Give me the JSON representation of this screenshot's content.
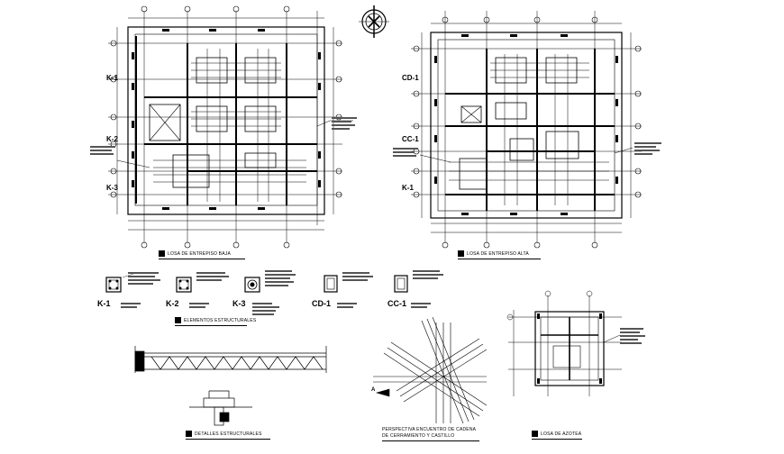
{
  "sheet": {
    "plan_1_title": "LOSA DE ENTREPISO BAJA",
    "plan_2_title": "LOSA DE ENTREPISO ALTA",
    "elements_title": "ELEMENTOS ESTRUCTURALES",
    "details_title": "DETALLES ESTRUCTURALES",
    "perspective_title_line1": "PERSPECTIVA ENCUENTRO DE CADENA",
    "perspective_title_line2": "DE CERRAMIENTO Y CASTILLO",
    "roof_title": "LOSA DE AZOTEA"
  },
  "axes": {
    "plan_1_left": [
      "K-1",
      "K-2",
      "K-3"
    ],
    "plan_2_left": [
      "CD-1",
      "CC-1",
      "K-1"
    ]
  },
  "elements": [
    {
      "code": "K-1"
    },
    {
      "code": "K-2"
    },
    {
      "code": "K-3"
    },
    {
      "code": "CD-1"
    },
    {
      "code": "CC-1"
    }
  ],
  "perspective_arrow_label": "A",
  "colors": {
    "ink": "#000000",
    "paper": "#ffffff",
    "grey": "#9a9a9a"
  }
}
